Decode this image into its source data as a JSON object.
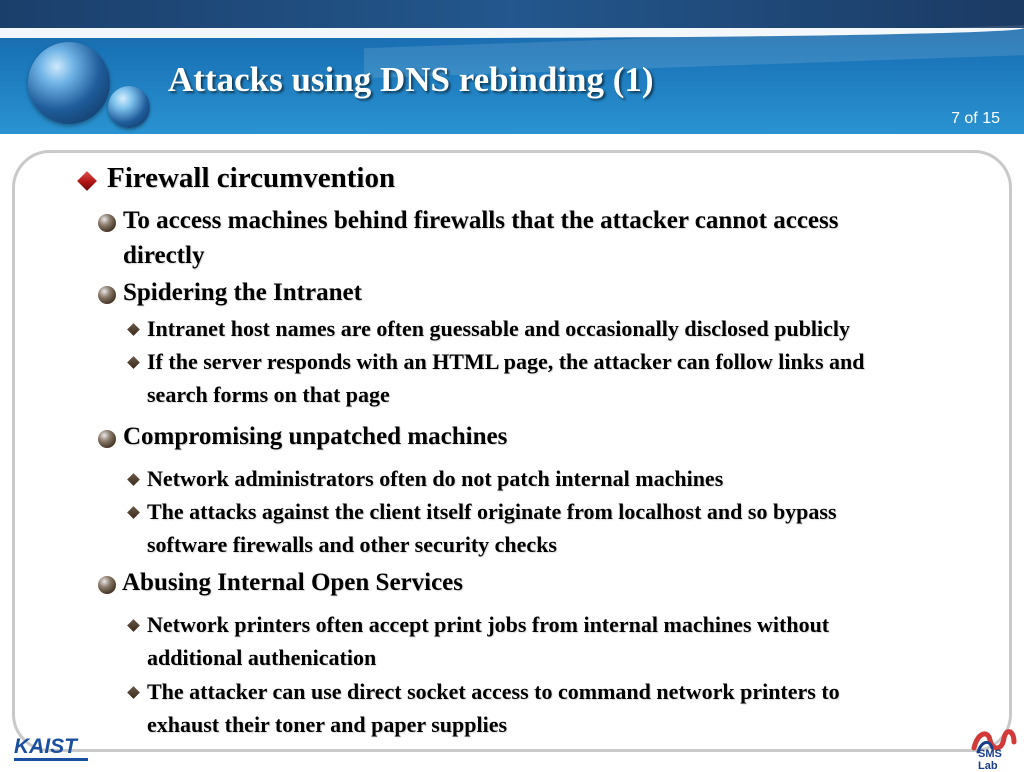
{
  "slide": {
    "title": "Attacks using DNS rebinding (1)",
    "page_number": "7 of 15"
  },
  "content": {
    "heading": "Firewall circumvention",
    "items": [
      {
        "lines": [
          "To access machines behind firewalls that the attacker cannot access",
          "directly"
        ],
        "subitems": []
      },
      {
        "lines": [
          "Spidering the Intranet"
        ],
        "subitems": [
          {
            "lines": [
              "Intranet host names are often guessable and occasionally disclosed publicly"
            ]
          },
          {
            "lines": [
              "If the server responds with an HTML page, the attacker can follow links and",
              "search forms on that page"
            ]
          }
        ]
      },
      {
        "lines": [
          "Compromising unpatched machines"
        ],
        "subitems": [
          {
            "lines": [
              "Network administrators often do not patch internal machines"
            ]
          },
          {
            "lines": [
              "The attacks against the client itself originate from localhost and so bypass",
              "software firewalls and other security checks"
            ]
          }
        ]
      },
      {
        "lines": [
          "Abusing Internal Open Services"
        ],
        "subitems": [
          {
            "lines": [
              "Network printers often accept print jobs from internal machines without",
              "additional authenication"
            ]
          },
          {
            "lines": [
              "The attacker can use direct socket access to command network printers to",
              "exhaust their toner and paper supplies"
            ]
          }
        ]
      }
    ]
  },
  "footer": {
    "left_logo_text": "KAIST",
    "right_logo_text": "SMS Lab"
  },
  "colors": {
    "header_blue": "#1a74b8",
    "title_text": "#ffffff",
    "diamond_bullet": "#b01414",
    "box_border": "#c9c9c9",
    "kaist_blue": "#1a4fa0"
  }
}
